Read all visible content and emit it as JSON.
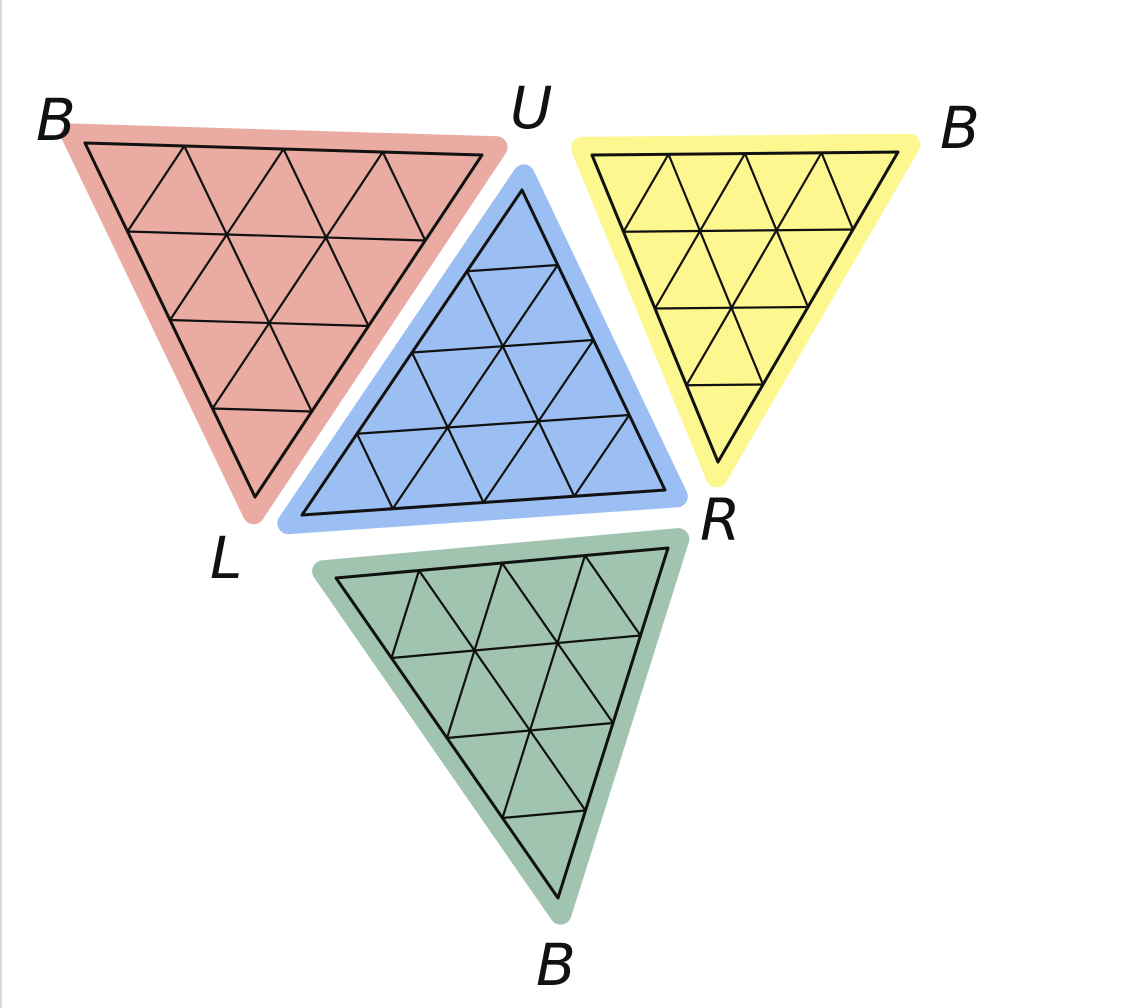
{
  "diagram": {
    "faces": [
      {
        "id": "top-left",
        "fill": "#e9aba2"
      },
      {
        "id": "center",
        "fill": "#9cbff3"
      },
      {
        "id": "top-right",
        "fill": "#fdf78f"
      },
      {
        "id": "bottom",
        "fill": "#a0c4b0"
      }
    ],
    "labels": {
      "top_left": "B",
      "top_center": "U",
      "top_right": "B",
      "left": "L",
      "right": "R",
      "bottom": "B"
    }
  }
}
